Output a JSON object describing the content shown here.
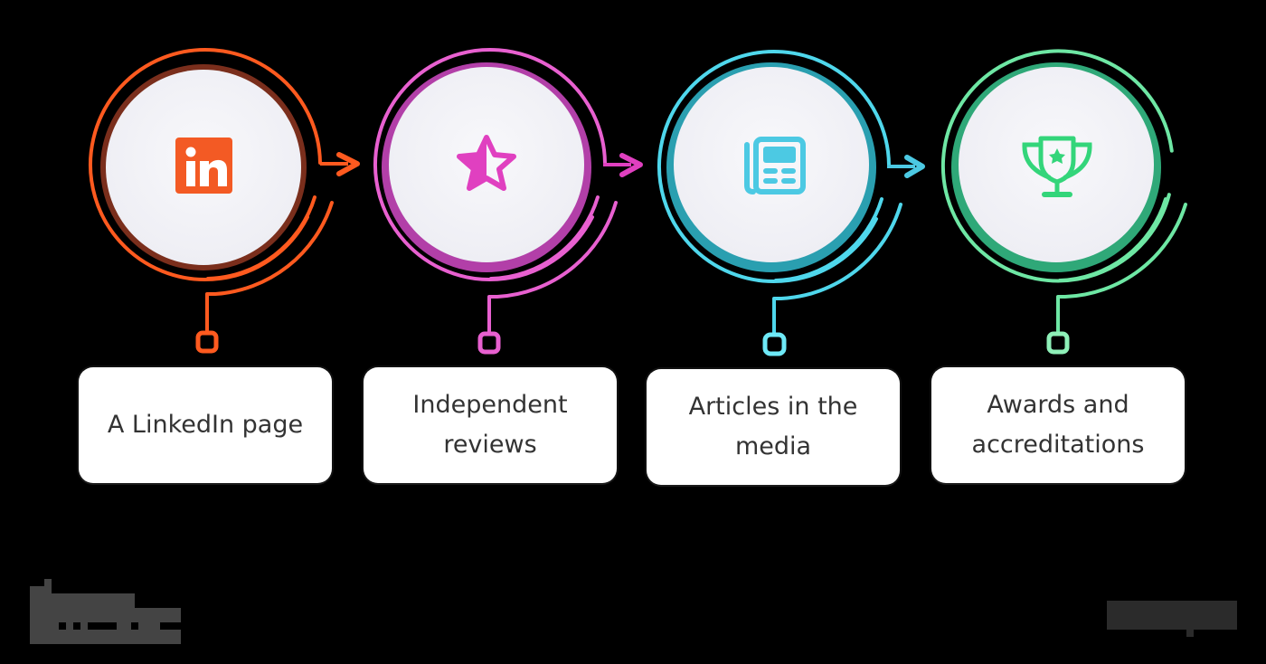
{
  "steps": [
    {
      "label": "A LinkedIn page",
      "icon": "linkedin-icon",
      "ring_color": "#ff5a1f",
      "inner_ring_color": "#7a2e1c",
      "icon_color": "#f35a24",
      "has_arrow": true
    },
    {
      "label": "Independent reviews",
      "icon": "half-star-icon",
      "ring_color": "#e860d0",
      "inner_ring_color": "#b23fa8",
      "icon_color": "#e040c0",
      "has_arrow": true
    },
    {
      "label": "Articles in the media",
      "icon": "newspaper-icon",
      "ring_color": "#4fd7ec",
      "inner_ring_color": "#2a9fb0",
      "icon_color": "#4cc9e3",
      "has_arrow": true
    },
    {
      "label": "Awards and accreditations",
      "icon": "trophy-icon",
      "ring_color": "#6ee7a4",
      "inner_ring_color": "#2fa878",
      "icon_color": "#33d57a",
      "has_arrow": false
    }
  ],
  "colors": {
    "background": "#000000",
    "circle_fill": "#f4f4f8",
    "label_bg": "#ffffff",
    "label_text": "#333333",
    "logo_gray": "#444444"
  }
}
